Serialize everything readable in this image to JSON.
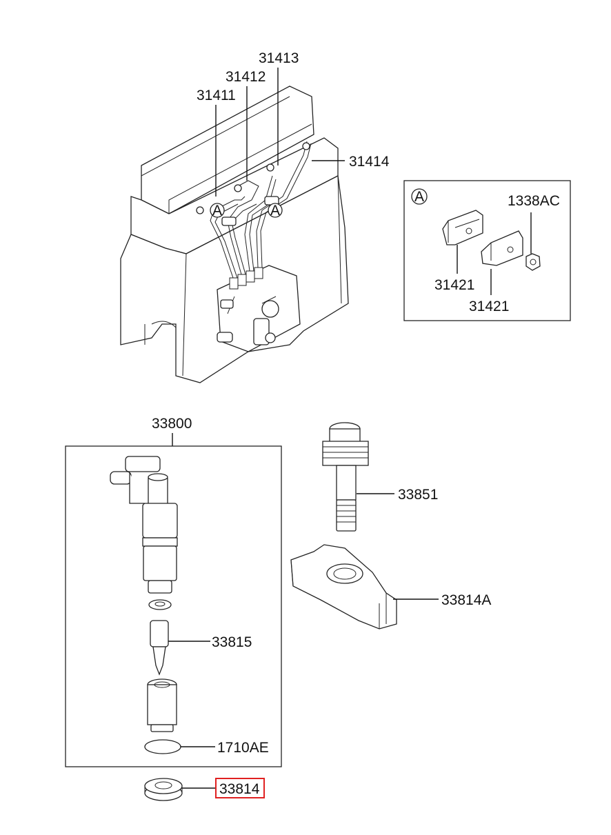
{
  "labels": {
    "p31411": "31411",
    "p31412": "31412",
    "p31413": "31413",
    "p31414": "31414",
    "detail_marker": "A",
    "p1338AC": "1338AC",
    "p31421_a": "31421",
    "p31421_b": "31421",
    "p33800": "33800",
    "p33851": "33851",
    "p33814A": "33814A",
    "p33815": "33815",
    "p1710AE": "1710AE",
    "p33814": "33814"
  },
  "colors": {
    "highlight": "#e02020",
    "line": "#111111"
  },
  "highlighted_part": "33814"
}
